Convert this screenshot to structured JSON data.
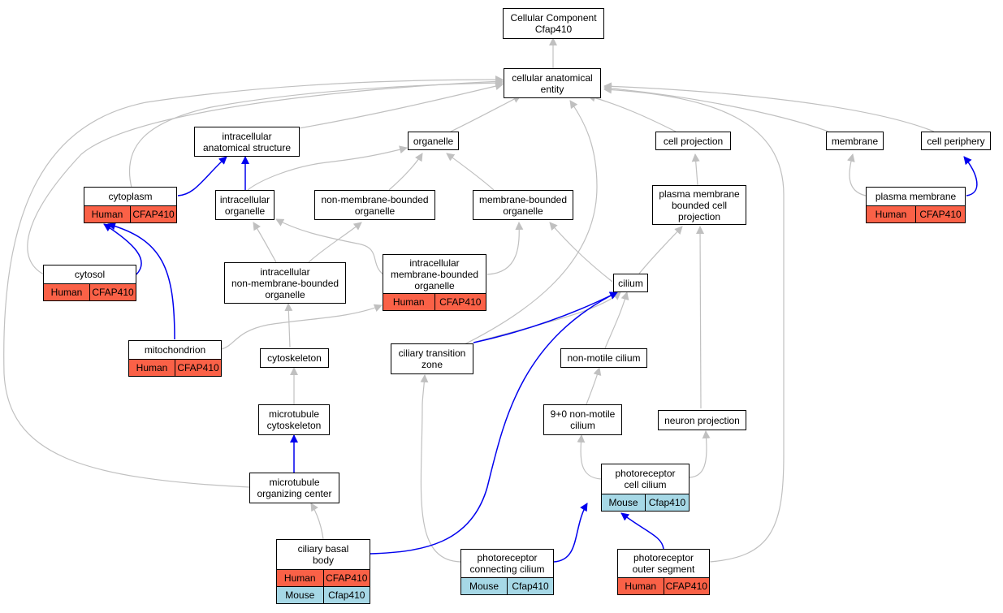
{
  "colors": {
    "human": "#fa6147",
    "mouse": "#a6d8e6",
    "edge_gray": "#c0c0c0",
    "edge_blue": "#0000ee"
  },
  "nodes": {
    "root": [
      "Cellular Component",
      "Cfap410"
    ],
    "cae": [
      "cellular anatomical",
      "entity"
    ],
    "ias": [
      "intracellular",
      "anatomical structure"
    ],
    "organelle": [
      "organelle"
    ],
    "cellproj": [
      "cell projection"
    ],
    "membrane": [
      "membrane"
    ],
    "periphery": [
      "cell periphery"
    ],
    "cytoplasm": [
      "cytoplasm"
    ],
    "intraorg": [
      "intracellular",
      "organelle"
    ],
    "nmbo": [
      "non-membrane-bounded",
      "organelle"
    ],
    "mbo": [
      "membrane-bounded",
      "organelle"
    ],
    "pmbcp": [
      "plasma membrane",
      "bounded cell",
      "projection"
    ],
    "plasmamem": [
      "plasma membrane"
    ],
    "cytosol": [
      "cytosol"
    ],
    "inmbo": [
      "intracellular",
      "non-membrane-bounded",
      "organelle"
    ],
    "imbo": [
      "intracellular",
      "membrane-bounded",
      "organelle"
    ],
    "cilium": [
      "cilium"
    ],
    "mito": [
      "mitochondrion"
    ],
    "cytoskeleton": [
      "cytoskeleton"
    ],
    "ctz": [
      "ciliary transition",
      "zone"
    ],
    "nonmotile": [
      "non-motile cilium"
    ],
    "mtcyto": [
      "microtubule",
      "cytoskeleton"
    ],
    "ninezero": [
      "9+0 non-motile",
      "cilium"
    ],
    "neuronproj": [
      "neuron projection"
    ],
    "mtoc": [
      "microtubule",
      "organizing center"
    ],
    "prcc": [
      "photoreceptor",
      "cell cilium"
    ],
    "cbb": [
      "ciliary basal",
      "body"
    ],
    "prconn": [
      "photoreceptor",
      "connecting cilium"
    ],
    "prouter": [
      "photoreceptor",
      "outer segment"
    ]
  },
  "annotations": {
    "cytoplasm": [
      [
        "Human",
        "CFAP410"
      ]
    ],
    "plasmamem": [
      [
        "Human",
        "CFAP410"
      ]
    ],
    "cytosol": [
      [
        "Human",
        "CFAP410"
      ]
    ],
    "imbo": [
      [
        "Human",
        "CFAP410"
      ]
    ],
    "mito": [
      [
        "Human",
        "CFAP410"
      ]
    ],
    "prcc": [
      [
        "Mouse",
        "Cfap410"
      ]
    ],
    "cbb": [
      [
        "Human",
        "CFAP410"
      ],
      [
        "Mouse",
        "Cfap410"
      ]
    ],
    "prconn": [
      [
        "Mouse",
        "Cfap410"
      ]
    ],
    "prouter": [
      [
        "Human",
        "CFAP410"
      ]
    ]
  }
}
